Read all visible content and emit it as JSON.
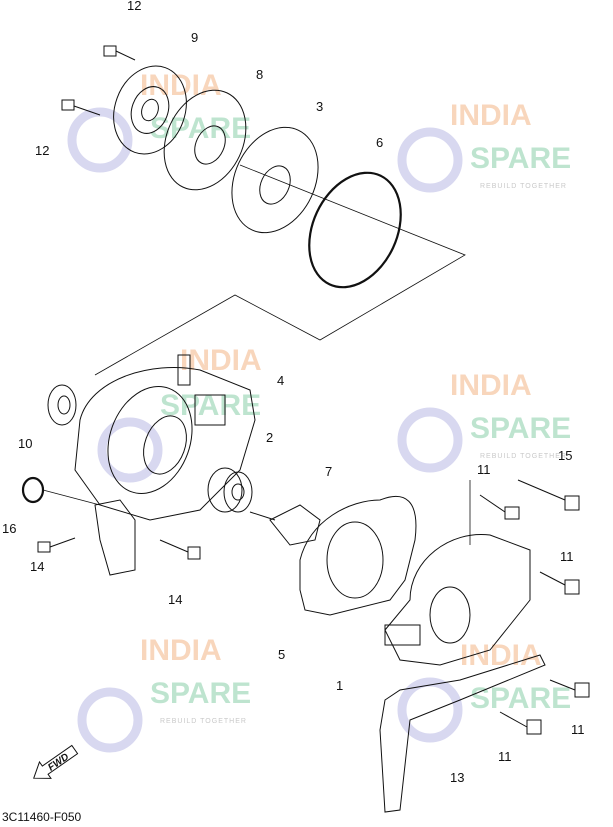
{
  "diagram": {
    "code": "3C11460-F050",
    "fwd_label": "FWD",
    "watermark": {
      "line1": "INDIA",
      "line2": "SPARE",
      "tagline": "REBUILD TOGETHER"
    },
    "callouts": [
      "12",
      "9",
      "8",
      "12",
      "3",
      "6",
      "4",
      "10",
      "2",
      "16",
      "7",
      "11",
      "15",
      "11",
      "14",
      "14",
      "5",
      "1",
      "11",
      "11",
      "13"
    ]
  }
}
